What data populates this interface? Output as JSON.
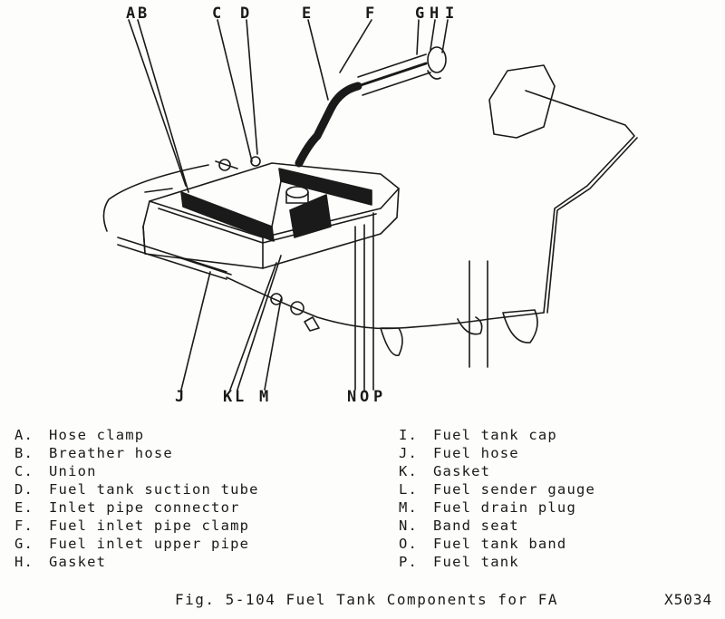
{
  "callouts_top": [
    "A",
    "B",
    "C",
    "D",
    "E",
    "F",
    "G",
    "H",
    "I"
  ],
  "callouts_bottom": [
    "J",
    "K",
    "L",
    "M",
    "N",
    "O",
    "P"
  ],
  "legend_left": [
    {
      "letter": "A.",
      "text": "Hose clamp"
    },
    {
      "letter": "B.",
      "text": "Breather hose"
    },
    {
      "letter": "C.",
      "text": "Union"
    },
    {
      "letter": "D.",
      "text": "Fuel tank suction tube"
    },
    {
      "letter": "E.",
      "text": "Inlet pipe connector"
    },
    {
      "letter": "F.",
      "text": "Fuel inlet pipe clamp"
    },
    {
      "letter": "G.",
      "text": "Fuel inlet upper pipe"
    },
    {
      "letter": "H.",
      "text": "Gasket"
    }
  ],
  "legend_right": [
    {
      "letter": "I.",
      "text": "Fuel tank cap"
    },
    {
      "letter": "J.",
      "text": "Fuel hose"
    },
    {
      "letter": "K.",
      "text": "Gasket"
    },
    {
      "letter": "L.",
      "text": "Fuel sender gauge"
    },
    {
      "letter": "M.",
      "text": "Fuel drain plug"
    },
    {
      "letter": "N.",
      "text": "Band seat"
    },
    {
      "letter": "O.",
      "text": "Fuel tank band"
    },
    {
      "letter": "P.",
      "text": "Fuel tank"
    }
  ],
  "caption": "Fig. 5-104 Fuel Tank Components for FA",
  "ref_code": "X5034"
}
